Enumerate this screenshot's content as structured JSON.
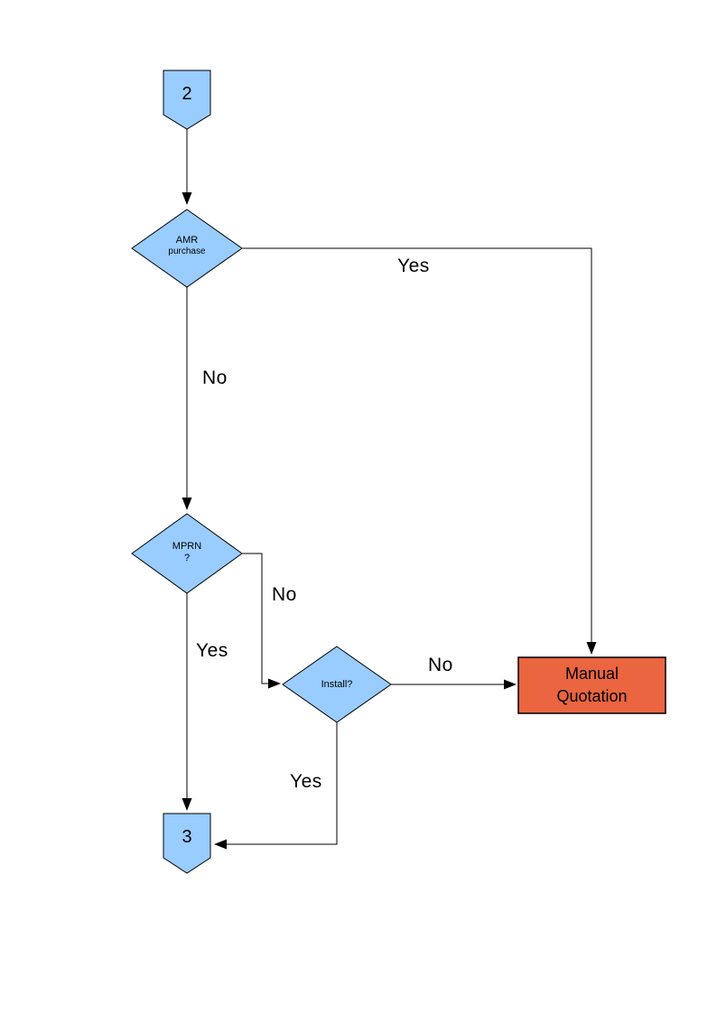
{
  "colors": {
    "background": "#ffffff",
    "node_fill": "#99ccff",
    "node_border": "#000000",
    "terminal_fill": "#ea6540",
    "terminal_border": "#000000",
    "line": "#000000",
    "text": "#000000"
  },
  "flowchart": {
    "start_connector": {
      "label": "2"
    },
    "decision_amr": {
      "title": "AMR",
      "subtitle": "purchase"
    },
    "decision_mprn": {
      "title": "MPRN",
      "subtitle": "?"
    },
    "decision_install": {
      "label": "Install?"
    },
    "terminal_manual_quotation": {
      "label": "Manual Quotation"
    },
    "end_connector": {
      "label": "3"
    },
    "edge_labels": {
      "amr_yes": "Yes",
      "amr_no": "No",
      "mprn_no": "No",
      "mprn_yes": "Yes",
      "install_no": "No",
      "install_yes": "Yes"
    }
  }
}
